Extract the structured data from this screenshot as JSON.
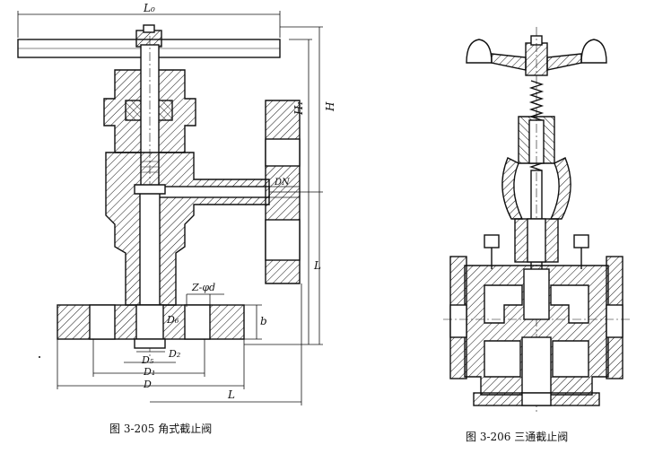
{
  "figures": [
    {
      "id": "fig-205",
      "caption": "图 3-205   角式截止阀",
      "dimension_labels": {
        "L0": "L₀",
        "H1": "H₁",
        "H": "H",
        "DN": "DN",
        "L_vertical": "L",
        "bolt_holes": "Z-φd",
        "b": "b",
        "D6": "D₆",
        "D2": "D₂",
        "D5": "D₅",
        "D1": "D₁",
        "D": "D",
        "L_bottom": "L"
      }
    },
    {
      "id": "fig-206",
      "caption": "图 3-206   三通截止阀"
    }
  ],
  "colors": {
    "ink": "#111111",
    "paper": "#ffffff"
  }
}
